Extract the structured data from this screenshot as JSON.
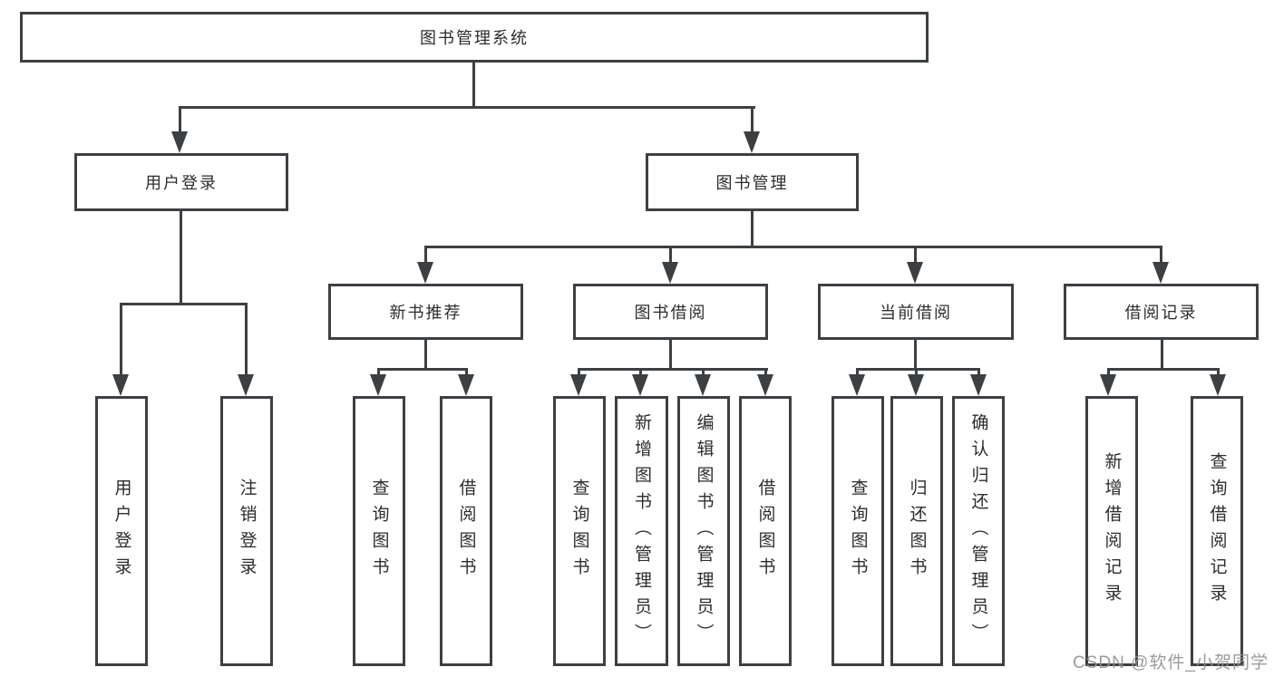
{
  "diagram": {
    "root": {
      "label": "图书管理系统"
    },
    "level2": [
      {
        "label": "用户登录"
      },
      {
        "label": "图书管理"
      }
    ],
    "level3": [
      {
        "label": "新书推荐"
      },
      {
        "label": "图书借阅"
      },
      {
        "label": "当前借阅"
      },
      {
        "label": "借阅记录"
      }
    ],
    "leaves": {
      "user_login": [
        {
          "label": "用户登录"
        },
        {
          "label": "注销登录"
        }
      ],
      "new_books": [
        {
          "label": "查询图书"
        },
        {
          "label": "借阅图书"
        }
      ],
      "book_borrow": [
        {
          "label": "查询图书"
        },
        {
          "label": "新增图书（管理员）"
        },
        {
          "label": "编辑图书（管理员）"
        },
        {
          "label": "借阅图书"
        }
      ],
      "current_borrow": [
        {
          "label": "查询图书"
        },
        {
          "label": "归还图书"
        },
        {
          "label": "确认归还（管理员）"
        }
      ],
      "borrow_records": [
        {
          "label": "新增借阅记录"
        },
        {
          "label": "查询借阅记录"
        }
      ]
    }
  },
  "watermark": {
    "text": "CSDN @软件_小贺同学"
  },
  "colors": {
    "line": "#3d4043",
    "text": "#2b2d30",
    "box_fill": "#ffffff",
    "watermark": "#929396",
    "background": "#ffffff"
  }
}
